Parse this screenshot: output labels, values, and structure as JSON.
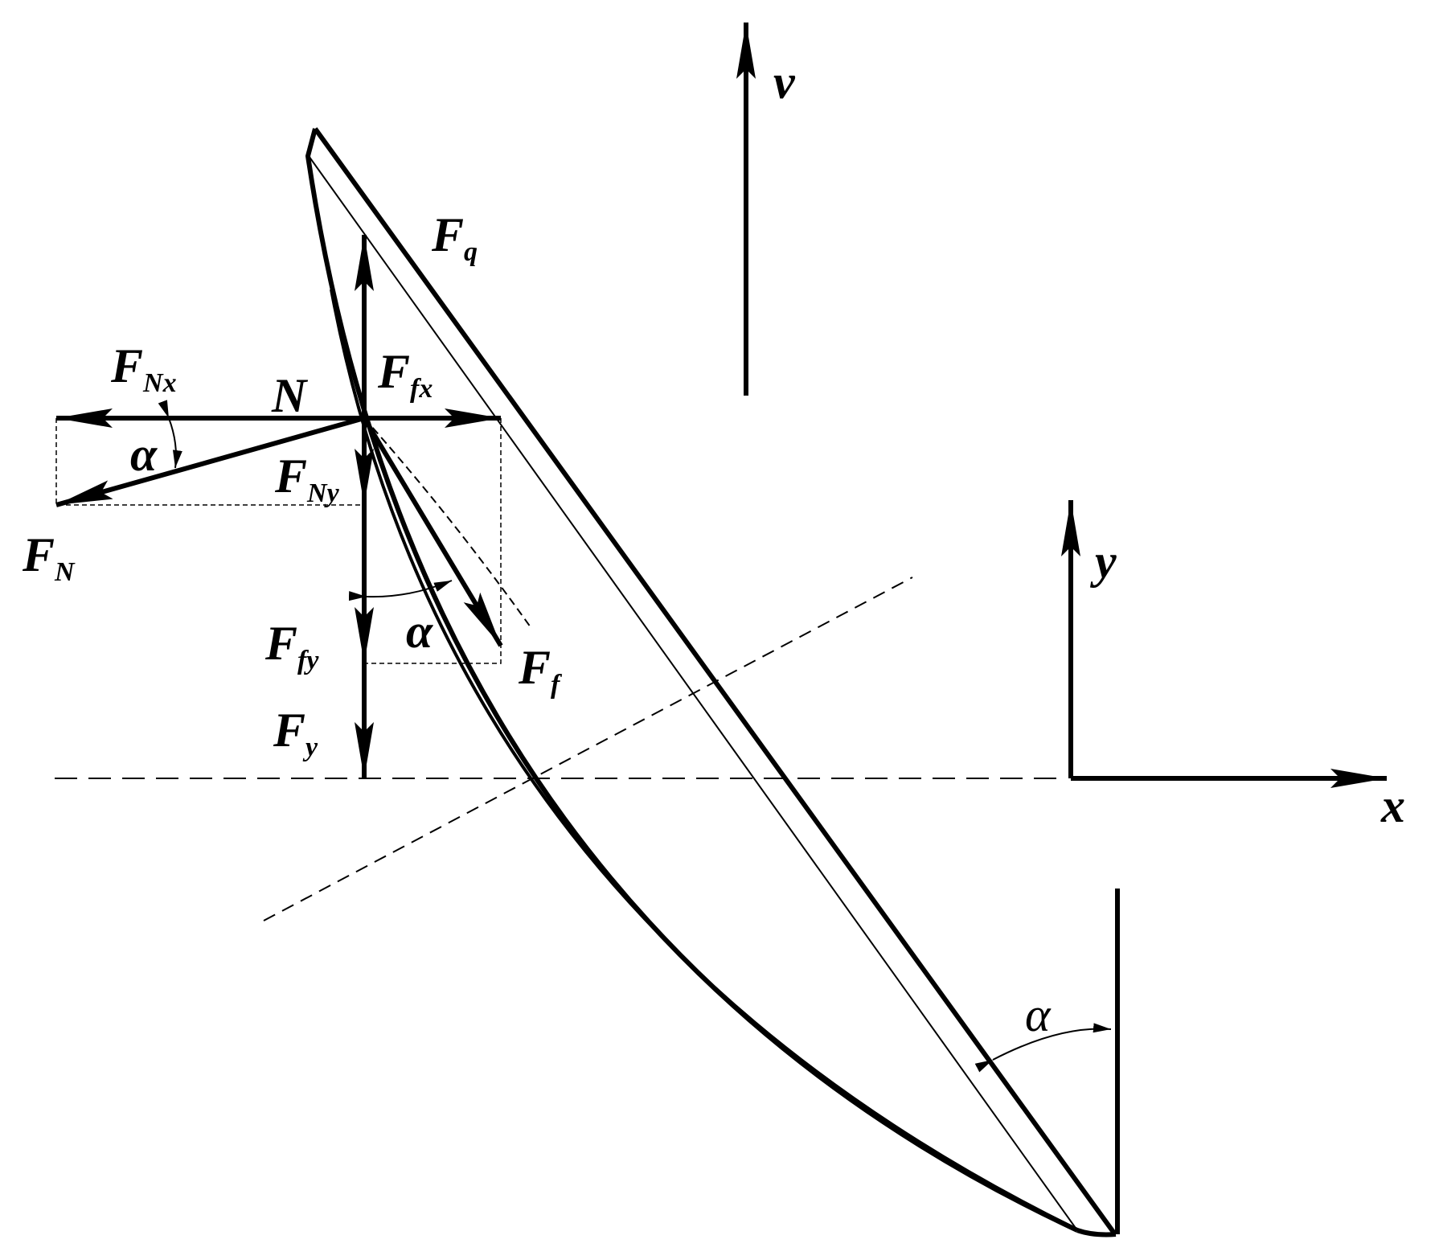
{
  "labels": {
    "v": {
      "main": "v",
      "sub": ""
    },
    "Fq": {
      "main": "F",
      "sub": "q"
    },
    "FNx": {
      "main": "F",
      "sub": "Nx"
    },
    "N": {
      "main": "N",
      "sub": ""
    },
    "Ffx": {
      "main": "F",
      "sub": "fx"
    },
    "alpha_top": {
      "main": "α",
      "sub": ""
    },
    "FNy": {
      "main": "F",
      "sub": "Ny"
    },
    "FN": {
      "main": "F",
      "sub": "N"
    },
    "y_axis": {
      "main": "y",
      "sub": ""
    },
    "alpha_mid": {
      "main": "α",
      "sub": ""
    },
    "Ffy": {
      "main": "F",
      "sub": "fy"
    },
    "Ff": {
      "main": "F",
      "sub": "f"
    },
    "Fy": {
      "main": "F",
      "sub": "y"
    },
    "x_axis": {
      "main": "x",
      "sub": ""
    },
    "alpha_bottom": {
      "main": "α",
      "sub": ""
    }
  },
  "colors": {
    "ink": "#000000",
    "background": "#ffffff"
  }
}
